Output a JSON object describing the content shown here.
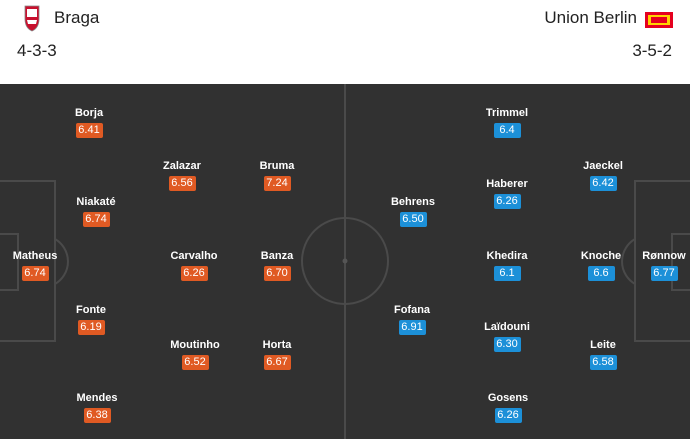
{
  "home": {
    "name": "Braga",
    "formation": "4-3-3",
    "colors": {
      "rating_bg": "#e05a23"
    },
    "players": [
      {
        "name": "Borja",
        "rating": "6.41"
      },
      {
        "name": "Zalazar",
        "rating": "6.56"
      },
      {
        "name": "Bruma",
        "rating": "7.24"
      },
      {
        "name": "Niakaté",
        "rating": "6.74"
      },
      {
        "name": "Matheus",
        "rating": "6.74"
      },
      {
        "name": "Carvalho",
        "rating": "6.26"
      },
      {
        "name": "Banza",
        "rating": "6.70"
      },
      {
        "name": "Fonte",
        "rating": "6.19"
      },
      {
        "name": "Moutinho",
        "rating": "6.52"
      },
      {
        "name": "Horta",
        "rating": "6.67"
      },
      {
        "name": "Mendes",
        "rating": "6.38"
      }
    ]
  },
  "away": {
    "name": "Union Berlin",
    "formation": "3-5-2",
    "colors": {
      "rating_bg": "#1c90d8"
    },
    "players": [
      {
        "name": "Trimmel",
        "rating": "6.4"
      },
      {
        "name": "Jaeckel",
        "rating": "6.42"
      },
      {
        "name": "Haberer",
        "rating": "6.26"
      },
      {
        "name": "Behrens",
        "rating": "6.50"
      },
      {
        "name": "Khedira",
        "rating": "6.1"
      },
      {
        "name": "Knoche",
        "rating": "6.6"
      },
      {
        "name": "Rønnow",
        "rating": "6.77"
      },
      {
        "name": "Fofana",
        "rating": "6.91"
      },
      {
        "name": "Laïdouni",
        "rating": "6.30"
      },
      {
        "name": "Leite",
        "rating": "6.58"
      },
      {
        "name": "Gosens",
        "rating": "6.26"
      }
    ]
  },
  "icons": {
    "home_crest": "braga-crest-icon",
    "away_crest": "union-berlin-crest-icon"
  },
  "pitch_color": "#313131"
}
